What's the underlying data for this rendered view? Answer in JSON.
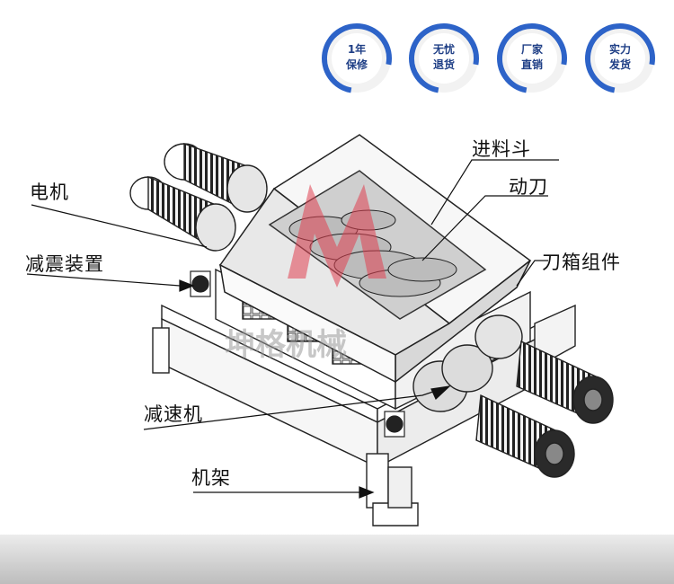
{
  "badges": [
    {
      "line1": "1年",
      "line2": "保修"
    },
    {
      "line1": "无忧",
      "line2": "退货"
    },
    {
      "line1": "厂家",
      "line2": "直销"
    },
    {
      "line1": "实力",
      "line2": "发货"
    }
  ],
  "labels": {
    "hopper": "进料斗",
    "moving_blade": "动刀",
    "blade_box": "刀箱组件",
    "motor": "电机",
    "damping": "减震装置",
    "reducer": "减速机",
    "frame": "机架"
  },
  "watermark": "坤格机械",
  "colors": {
    "badge_blue": "#2d63c8",
    "badge_text": "#1f3f86",
    "watermark_red": "#e04050"
  }
}
